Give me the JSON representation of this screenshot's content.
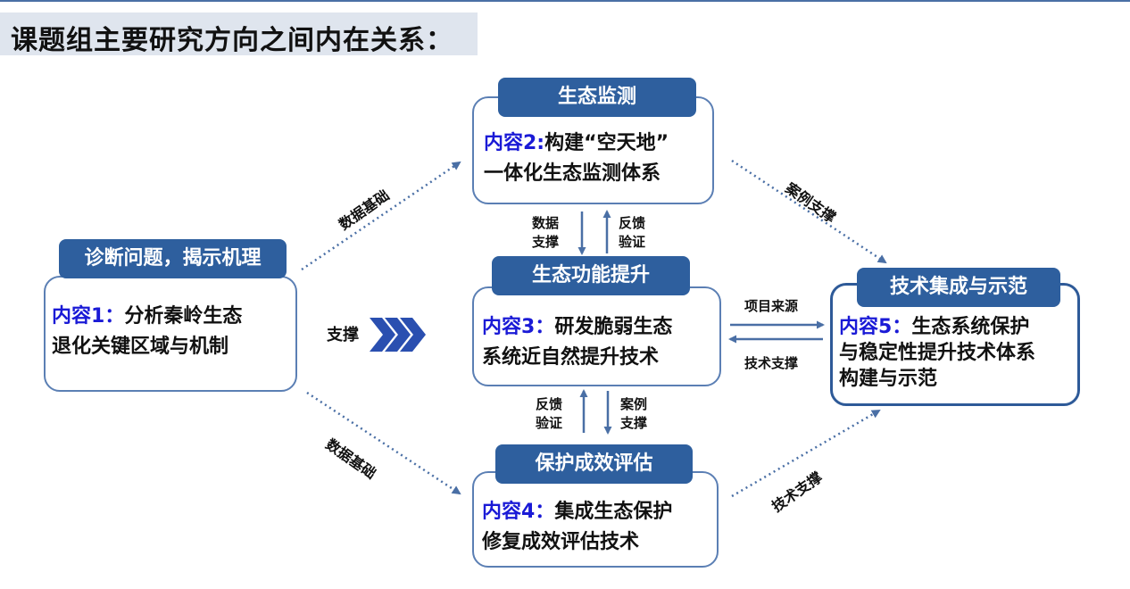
{
  "title": "课题组主要研究方向之间内在关系：",
  "nodes": {
    "monitor": {
      "title": "生态监测",
      "label": "内容2:",
      "text1": "构建“空天地”",
      "text2": "一体化生态监测体系"
    },
    "diagnose": {
      "title": "诊断问题，揭示机理",
      "label": "内容1：",
      "text1": "分析秦岭生态",
      "text2": "退化关键区域与机制"
    },
    "function": {
      "title": "生态功能提升",
      "label": "内容3：",
      "text1": "研发脆弱生态",
      "text2": "系统近自然提升技术"
    },
    "integrate": {
      "title": "技术集成与示范",
      "label": "内容5：",
      "text1": "生态系统保护",
      "text2": "与稳定性提升技术体系",
      "text3": "构建与示范"
    },
    "assess": {
      "title": "保护成效评估",
      "label": "内容4：",
      "text1": "集成生态保护",
      "text2": "修复成效评估技术"
    }
  },
  "edges": {
    "data_base_upper": "数据基础",
    "data_base_lower": "数据基础",
    "case_support_upper": "案例支撑",
    "tech_support_lower": "技术支撑",
    "support": "支撑",
    "data_support_l1": "数据",
    "data_support_l2": "支撑",
    "feedback_upper_l1": "反馈",
    "feedback_upper_l2": "验证",
    "feedback_lower_l1": "反馈",
    "feedback_lower_l2": "验证",
    "case_support_l1": "案例",
    "case_support_l2": "支撑",
    "project_source": "项目来源",
    "tech_support_right": "技术支撑"
  },
  "colors": {
    "header_fill": "#2e5f9e",
    "border": "#5b7fb4",
    "label_blue": "#1a1ad6",
    "arrow": "#4a6fa5",
    "chevron": "#2a4fb0"
  }
}
